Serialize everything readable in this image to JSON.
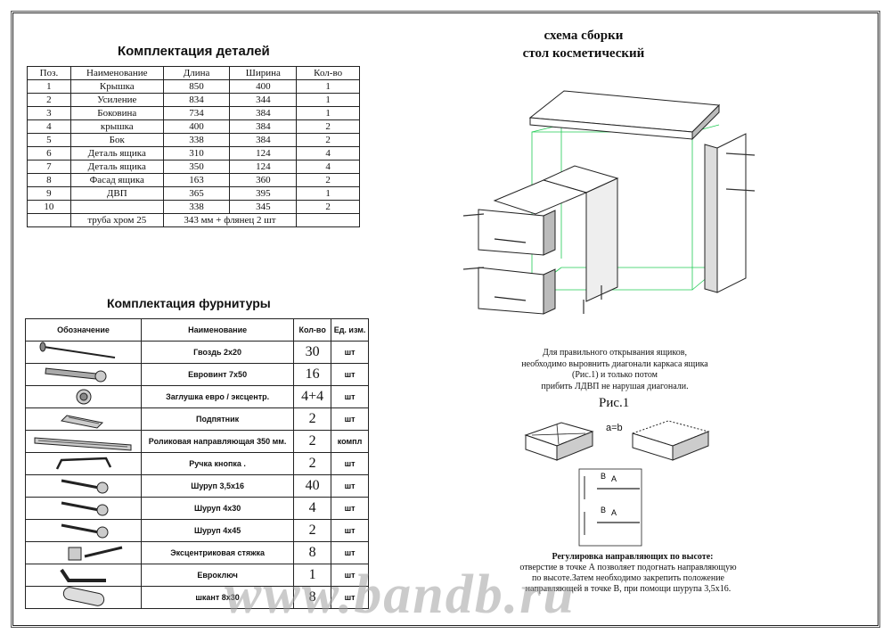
{
  "parts": {
    "title": "Комплектация деталей",
    "headers": [
      "Поз.",
      "Наименование",
      "Длина",
      "Ширина",
      "Кол-во"
    ],
    "rows": [
      [
        "1",
        "Крышка",
        "850",
        "400",
        "1"
      ],
      [
        "2",
        "Усиление",
        "834",
        "344",
        "1"
      ],
      [
        "3",
        "Боковина",
        "734",
        "384",
        "1"
      ],
      [
        "4",
        "крышка",
        "400",
        "384",
        "2"
      ],
      [
        "5",
        "Бок",
        "338",
        "384",
        "2"
      ],
      [
        "6",
        "Деталь ящика",
        "310",
        "124",
        "4"
      ],
      [
        "7",
        "Деталь ящика",
        "350",
        "124",
        "4"
      ],
      [
        "8",
        "Фасад ящика",
        "163",
        "360",
        "2"
      ],
      [
        "9",
        "ДВП",
        "365",
        "395",
        "1"
      ],
      [
        "10",
        "",
        "338",
        "345",
        "2"
      ]
    ],
    "extra_name": "труба хром 25",
    "extra_value": "343 мм + флянец 2 шт"
  },
  "hardware": {
    "title": "Комплектация фурнитуры",
    "headers": [
      "Обозначение",
      "Наименование",
      "Кол-во",
      "Ед. изм."
    ],
    "rows": [
      {
        "icon": "nail-icon",
        "name": "Гвоздь 2х20",
        "qty": "30",
        "unit": "шт"
      },
      {
        "icon": "euro-screw-icon",
        "name": "Евровинт 7х50",
        "qty": "16",
        "unit": "шт"
      },
      {
        "icon": "cap-icon",
        "name": "Заглушка евро / эксцентр.",
        "qty": "4+4",
        "unit": "шт"
      },
      {
        "icon": "glider-icon",
        "name": "Подпятник",
        "qty": "2",
        "unit": "шт"
      },
      {
        "icon": "roller-guide-icon",
        "name": "Роликовая направляющая 350 мм.",
        "qty": "2",
        "unit": "компл"
      },
      {
        "icon": "handle-icon",
        "name": "Ручка кнопка .",
        "qty": "2",
        "unit": "шт"
      },
      {
        "icon": "screw-icon",
        "name": "Шуруп 3,5х16",
        "qty": "40",
        "unit": "шт"
      },
      {
        "icon": "screw-icon",
        "name": "Шуруп 4х30",
        "qty": "4",
        "unit": "шт"
      },
      {
        "icon": "screw-icon",
        "name": "Шуруп 4х45",
        "qty": "2",
        "unit": "шт"
      },
      {
        "icon": "eccentric-icon",
        "name": "Эксцентриковая стяжка",
        "qty": "8",
        "unit": "шт"
      },
      {
        "icon": "hex-key-icon",
        "name": "Евроключ",
        "qty": "1",
        "unit": "шт"
      },
      {
        "icon": "dowel-icon",
        "name": "шкант 8х30",
        "qty": "8",
        "unit": "шт"
      }
    ]
  },
  "scheme": {
    "title_line1": "схема сборки",
    "title_line2": "стол косметический",
    "note_lines": [
      "Для правильного открывания  ящиков,",
      "необходимо выровнить диагонали каркаса ящика",
      "(Рис.1) и только потом",
      "прибить ЛДВП не нарушая диагонали."
    ],
    "fig_label": "Рис.1",
    "ab_label": "a=b",
    "guide_labels": {
      "b": "B",
      "a": "A"
    },
    "adjust_title": "Регулировка направляющих по высоте:",
    "adjust_lines": [
      "отверстие в точке А позволяет подогнать направляющую",
      "по высоте.Затем необходимо закрепить положение",
      "направляющей в точке В, при помощи шурупа 3,5х16."
    ]
  },
  "watermark": "www.bandb.ru"
}
